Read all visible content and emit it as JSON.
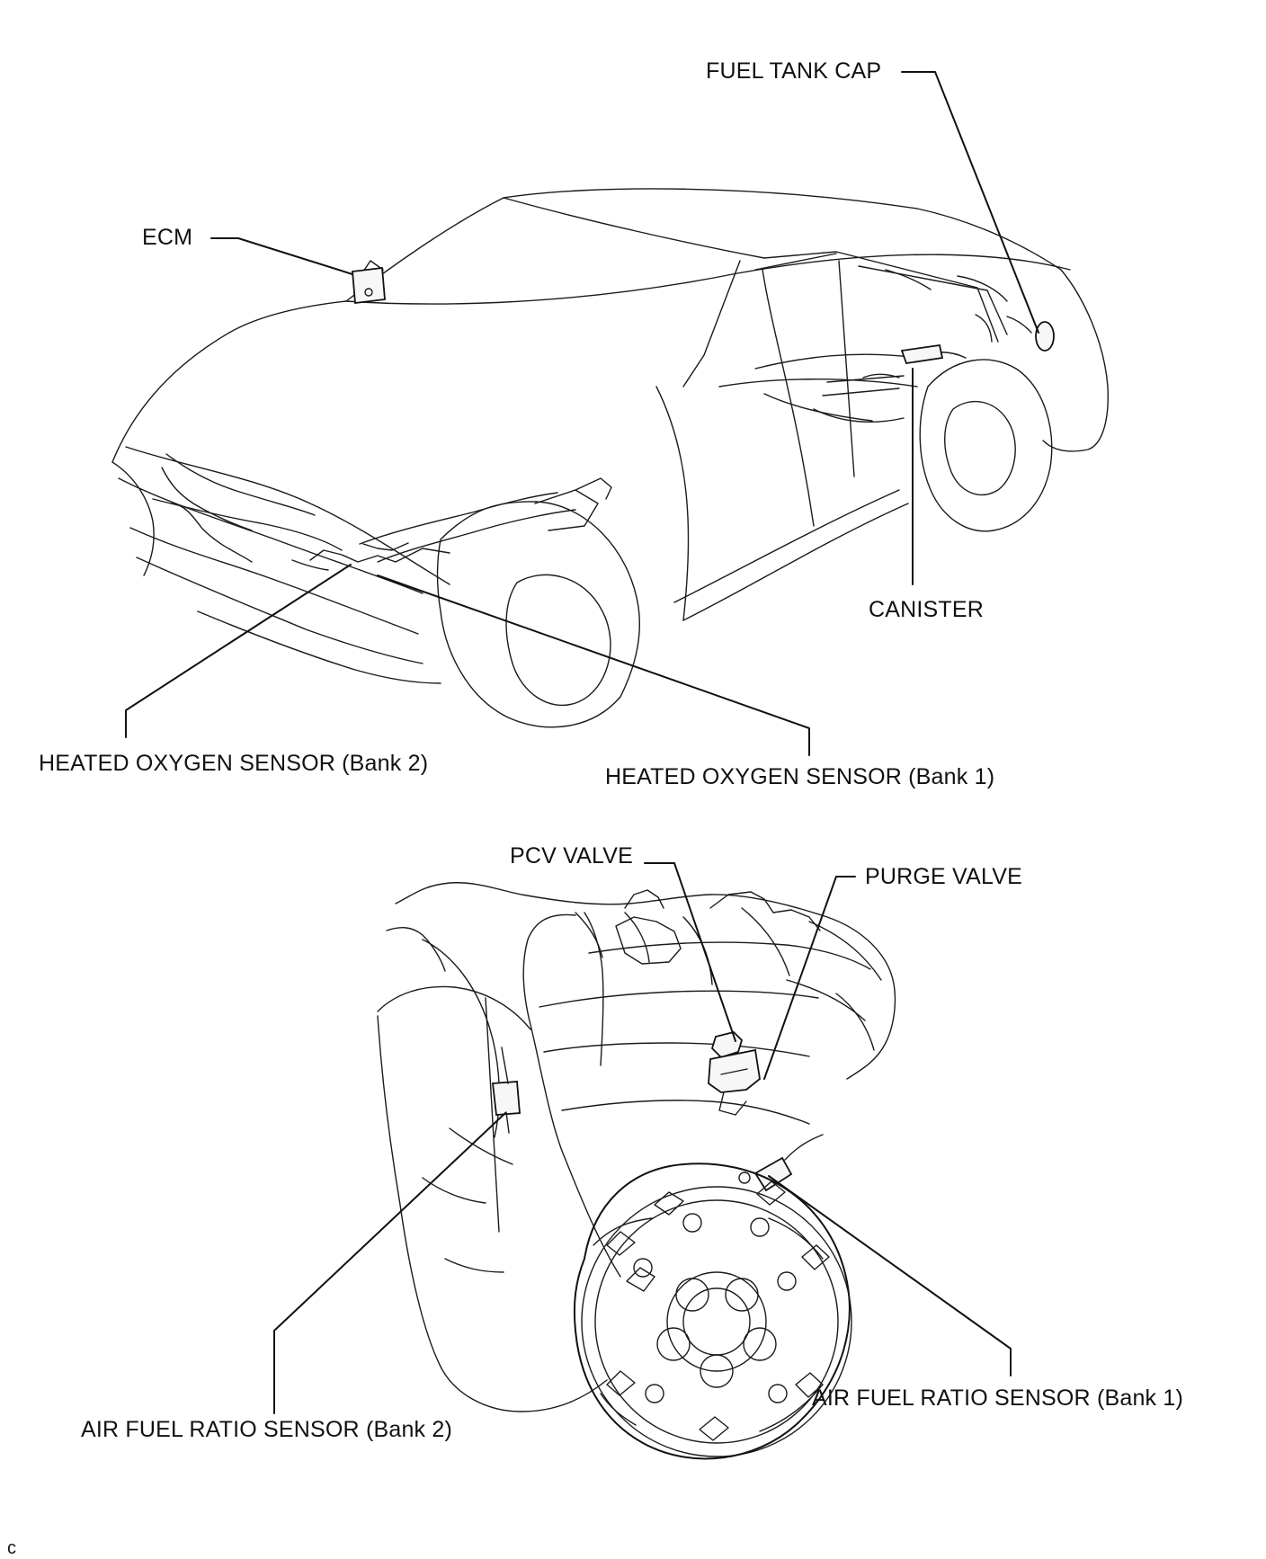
{
  "labels": {
    "fuel_tank_cap": "FUEL TANK CAP",
    "ecm": "ECM",
    "canister": "CANISTER",
    "heated_oxygen_sensor_bank2": "HEATED OXYGEN SENSOR  (Bank 2)",
    "heated_oxygen_sensor_bank1": "HEATED OXYGEN SENSOR (Bank 1)",
    "pcv_valve": "PCV VALVE",
    "purge_valve": "PURGE VALVE",
    "air_fuel_ratio_sensor_bank1": "AIR FUEL RATIO SENSOR (Bank 1)",
    "air_fuel_ratio_sensor_bank2": "AIR FUEL RATIO SENSOR (Bank 2)",
    "corner_mark": "c"
  }
}
